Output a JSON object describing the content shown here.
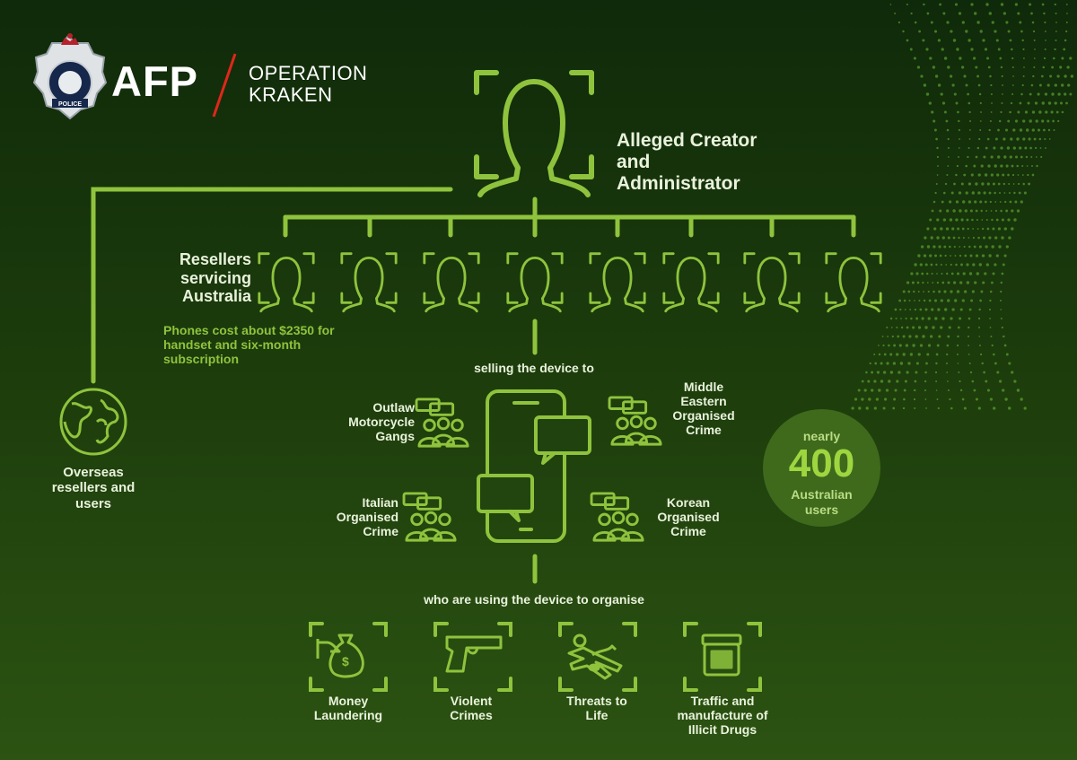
{
  "header": {
    "agency_short": "AFP",
    "operation": "OPERATION KRAKEN",
    "operation_line1": "OPERATION",
    "operation_line2": "KRAKEN",
    "logo_name": "australian-federal-police-badge"
  },
  "top": {
    "label": "Alleged Creator and Administrator",
    "icon": "person-face-scan-icon"
  },
  "resellers": {
    "label": "Resellers servicing Australia",
    "cost_note": "Phones cost about $2350 for handset and six-month subscription",
    "count": 8,
    "icon": "person-face-scan-icon"
  },
  "overseas": {
    "label": "Overseas resellers and users",
    "icon": "globe-icon"
  },
  "selling_label": "selling the device to",
  "groups": [
    {
      "label": "Outlaw Motorcycle Gangs",
      "icon": "group-chat-icon"
    },
    {
      "label": "Middle Eastern Organised Crime",
      "icon": "group-chat-icon"
    },
    {
      "label": "Italian Organised Crime",
      "icon": "group-chat-icon"
    },
    {
      "label": "Korean Organised Crime",
      "icon": "group-chat-icon"
    }
  ],
  "device_icon": "smartphone-chat-icon",
  "stat": {
    "prefix": "nearly",
    "value": "400",
    "suffix": "Australian users"
  },
  "using_label": "who are using the device to organise",
  "crimes": [
    {
      "label": "Money Laundering",
      "icon": "money-bag-hand-icon"
    },
    {
      "label": "Violent Crimes",
      "icon": "pistol-icon"
    },
    {
      "label": "Threats to Life",
      "icon": "body-outline-icon"
    },
    {
      "label": "Traffic and manufacture of Illicit Drugs",
      "icon": "drug-jar-icon"
    }
  ],
  "colors": {
    "accent": "#8fc33d",
    "text": "#e9f2dc",
    "badge": "#3f6a1c",
    "divider": "#e0261b"
  }
}
